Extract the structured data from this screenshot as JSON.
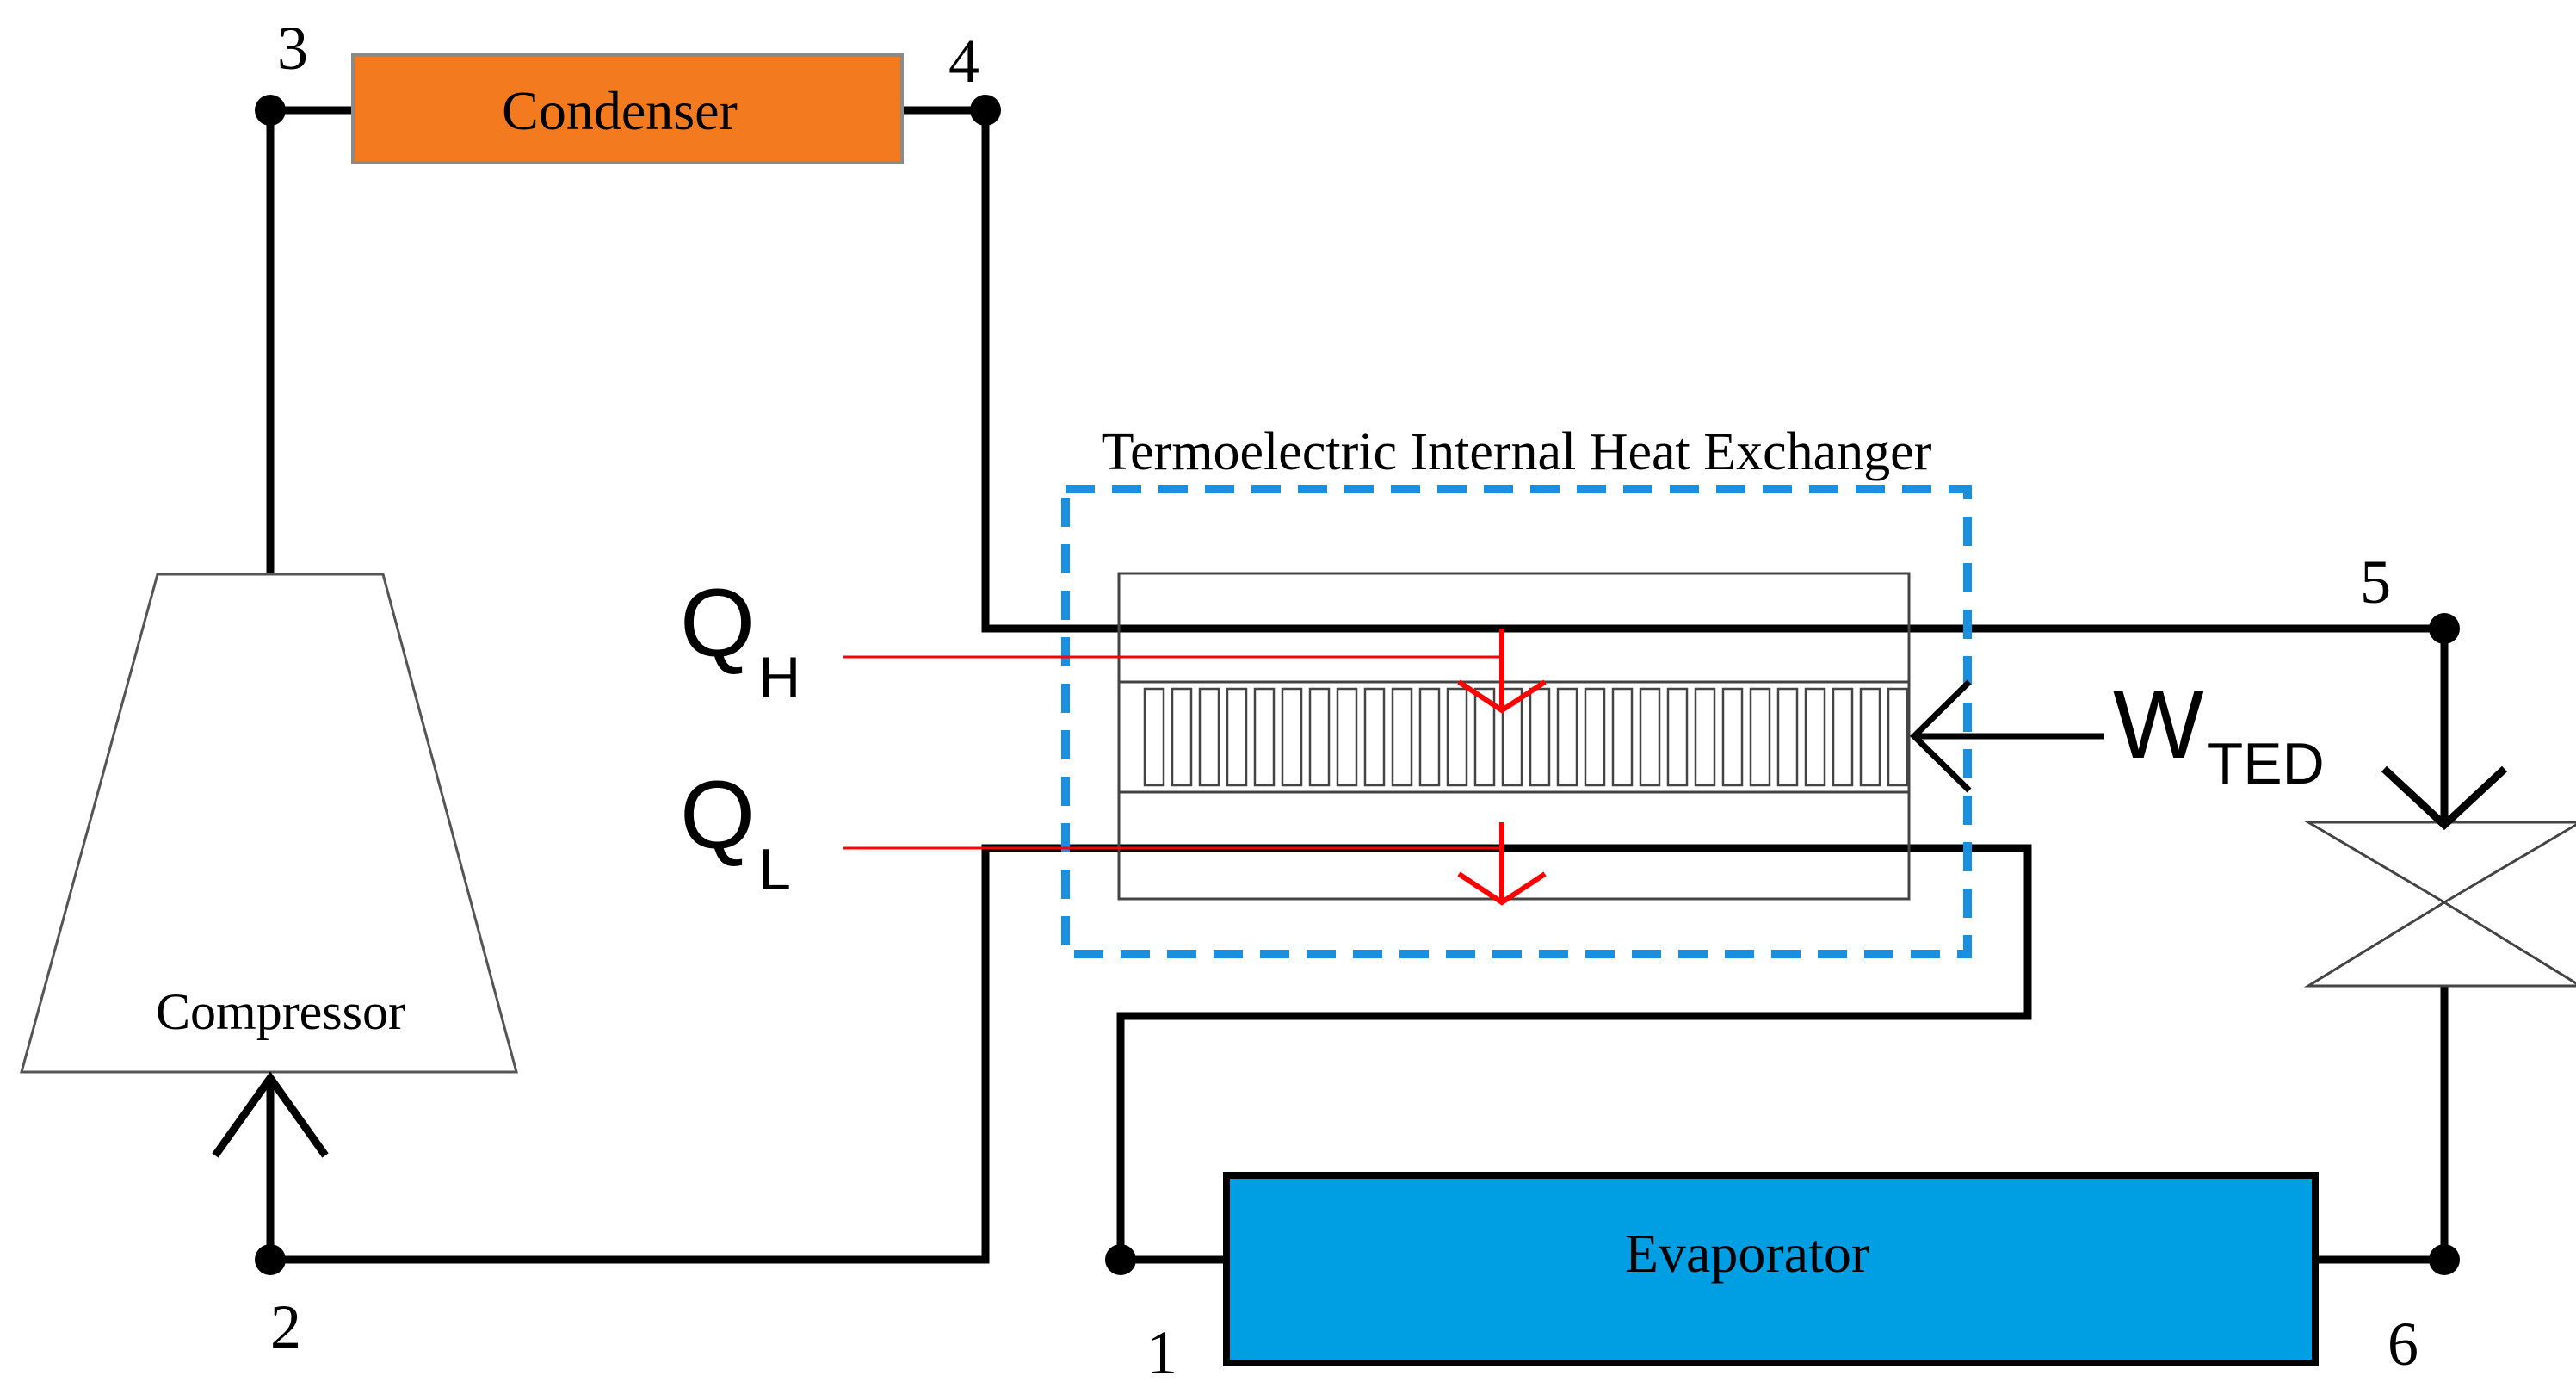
{
  "components": {
    "condenser": "Condenser",
    "compressor": "Compressor",
    "evaporator": "Evaporator",
    "heat_exchanger": "Termoelectric Internal Heat Exchanger"
  },
  "state_points": [
    "1",
    "2",
    "3",
    "4",
    "5",
    "6"
  ],
  "heat_labels": {
    "qh_main": "Q",
    "qh_sub": "H",
    "ql_main": "Q",
    "ql_sub": "L",
    "w_main": "W",
    "w_sub": "TED"
  },
  "colors": {
    "condenser": "#F47A20",
    "evaporator": "#009FE3",
    "exchanger_border": "#1A8FE0",
    "heat_flow": "#FF0000",
    "pipe": "#000000"
  }
}
